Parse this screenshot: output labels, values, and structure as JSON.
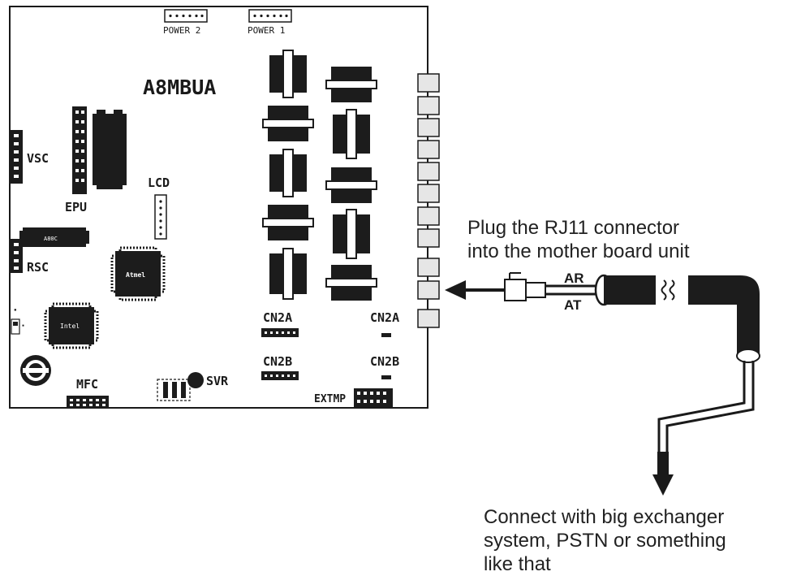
{
  "board": {
    "model": "A8MBUA",
    "power_connectors": [
      "POWER 2",
      "POWER 1"
    ],
    "header_labels": {
      "vsc": "VSC",
      "epu": "EPU",
      "lcd": "LCD",
      "rsc": "RSC",
      "mfc": "MFC",
      "svr": "SVR",
      "extmp": "EXTMP",
      "cn2a_left": "CN2A",
      "cn2b_left": "CN2B",
      "cn2a_right": "CN2A",
      "cn2b_right": "CN2B"
    },
    "chip_labels": {
      "rsc_chip": "A80C",
      "atmel_chip": "Atmel",
      "mfc_chip": "Intel"
    }
  },
  "cable": {
    "wire_ar": "AR",
    "wire_at": "AT"
  },
  "annotations": {
    "plug_line1": "Plug the  RJ11  connector",
    "plug_line2": "into the mother board unit",
    "connect_line1": "Connect with  big exchanger",
    "connect_line2": " system, PSTN or something",
    "connect_line3": "like that"
  },
  "colors": {
    "ink": "#1a1a1a",
    "board_bg": "#ffffff",
    "component_fill": "#1c1c1c",
    "port_fill": "#e6e6e6"
  }
}
